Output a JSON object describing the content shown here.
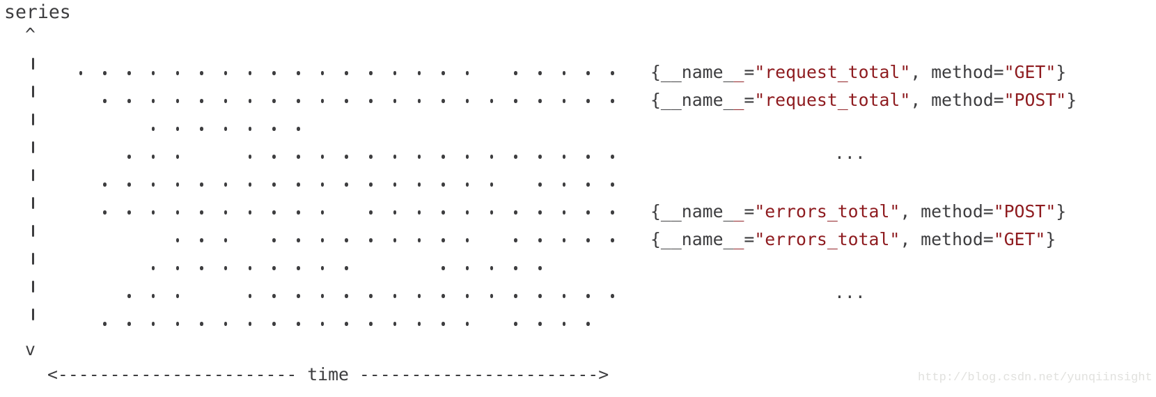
{
  "colors": {
    "background": "#ffffff",
    "ink": "#3d3d3f",
    "metric_red": "#8e1b1f",
    "watermark_gray": "#e1e1de"
  },
  "y_axis": {
    "title": "series",
    "arrow_up": "^",
    "arrow_down": "v",
    "tick_glyph": "|",
    "tick_count": 10
  },
  "x_axis": {
    "text": "<----------------------- time ----------------------->",
    "label": "time"
  },
  "watermark": {
    "text": "http://blog.csdn.net/yunqiinsight"
  },
  "series_rows": [
    {
      "dots": "................. .....",
      "label_parts": [
        {
          "t": "{__name_",
          "c": "ink"
        },
        {
          "t": "_",
          "c": "red"
        },
        {
          "t": "=",
          "c": "ink"
        },
        {
          "t": "\"request_total\"",
          "c": "red"
        },
        {
          "t": ", method=",
          "c": "ink"
        },
        {
          "t": "\"GET\"",
          "c": "red"
        },
        {
          "t": "}",
          "c": "ink"
        }
      ]
    },
    {
      "dots": " ......................",
      "label_parts": [
        {
          "t": "{__name_",
          "c": "ink"
        },
        {
          "t": "_",
          "c": "red"
        },
        {
          "t": "=",
          "c": "ink"
        },
        {
          "t": "\"request_total\"",
          "c": "red"
        },
        {
          "t": ", method=",
          "c": "ink"
        },
        {
          "t": "\"POST\"",
          "c": "red"
        },
        {
          "t": "}",
          "c": "ink"
        }
      ]
    },
    {
      "dots": "   ......."
    },
    {
      "dots": "  ...  ................",
      "ellipsis": "..."
    },
    {
      "dots": " ................. ...."
    },
    {
      "dots": " .......... ...........",
      "label_parts": [
        {
          "t": "{__name_",
          "c": "ink"
        },
        {
          "t": "_",
          "c": "red"
        },
        {
          "t": "=",
          "c": "ink"
        },
        {
          "t": "\"errors_total\"",
          "c": "red"
        },
        {
          "t": ", method=",
          "c": "ink"
        },
        {
          "t": "\"POST\"",
          "c": "red"
        },
        {
          "t": "}",
          "c": "ink"
        }
      ]
    },
    {
      "dots": "    ... ......... .....",
      "label_parts": [
        {
          "t": "{__name_",
          "c": "ink"
        },
        {
          "t": "_",
          "c": "red"
        },
        {
          "t": "=",
          "c": "ink"
        },
        {
          "t": "\"errors_total\"",
          "c": "red"
        },
        {
          "t": ", method=",
          "c": "ink"
        },
        {
          "t": "\"GET\"",
          "c": "red"
        },
        {
          "t": "}",
          "c": "ink"
        }
      ]
    },
    {
      "dots": "   .........   ....."
    },
    {
      "dots": "  ...  ................",
      "ellipsis": "..."
    },
    {
      "dots": " ................ ...."
    }
  ]
}
